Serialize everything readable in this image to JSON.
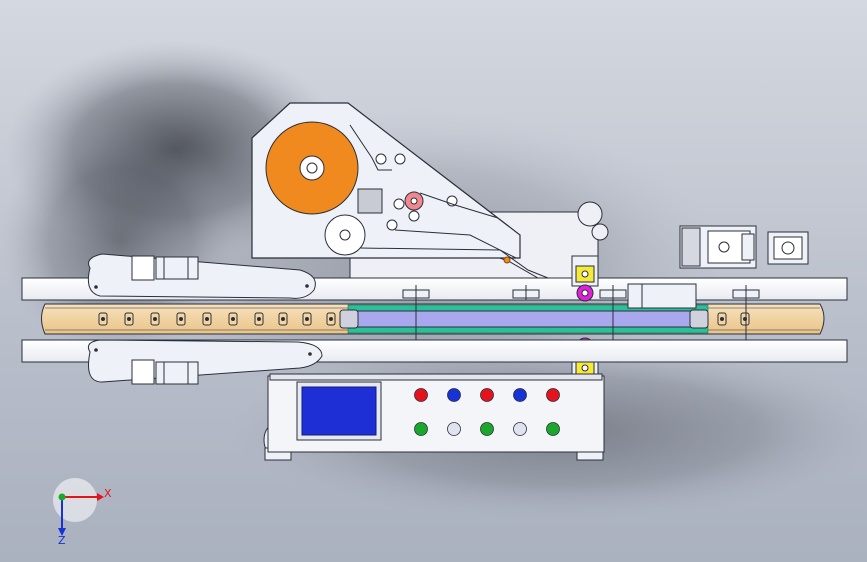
{
  "triad": {
    "x_label": "X",
    "z_label": "Z"
  },
  "colors": {
    "background_top": "#d4d8e0",
    "background_bottom": "#aab1bf",
    "frame": "#f6f7fb",
    "wood_rail": "#f2d6a4",
    "label_roll": "#f08a1e",
    "screen": "#1f2fd6",
    "red_button": "#e3141c",
    "blue_button": "#1733d6",
    "green_button": "#19a82c",
    "white_button": "#dfe3ef",
    "magenta_roller": "#e020d8",
    "yellow_block": "#f5e93a",
    "conveyor_belt": "#a9a8ee",
    "guide_green": "#2bbf9a"
  },
  "control_panel": {
    "buttons_row1": [
      "red",
      "blue",
      "red",
      "blue",
      "red"
    ],
    "buttons_row2": [
      "green",
      "white",
      "green",
      "white",
      "green"
    ]
  }
}
